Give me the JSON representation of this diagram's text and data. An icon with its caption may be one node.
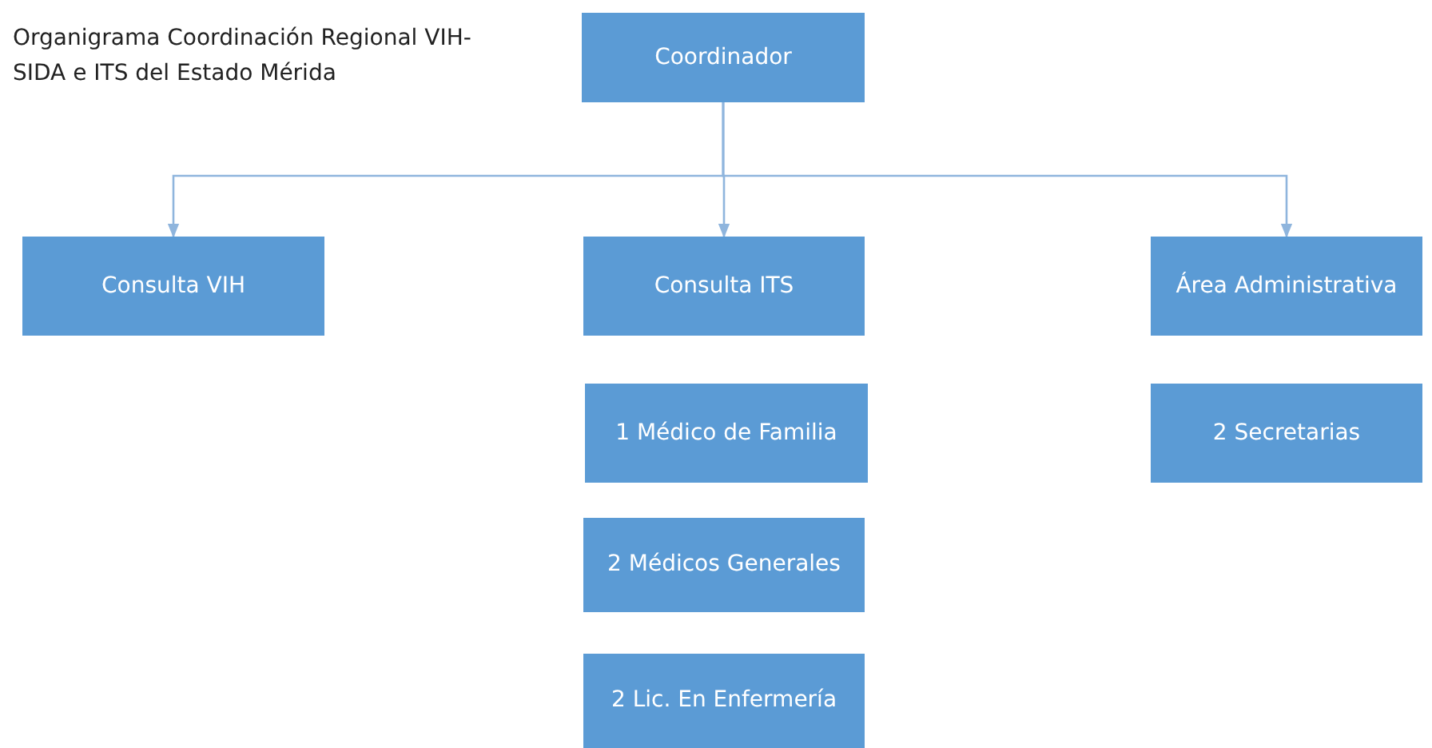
{
  "diagram": {
    "title": "Organigrama Coordinación Regional VIH-SIDA e ITS del Estado Mérida",
    "nodes": [
      {
        "text": [
          "Coordinador"
        ]
      },
      {
        "text": [
          "Consulta VIH"
        ]
      },
      {
        "text": [
          "Consulta ITS"
        ]
      },
      {
        "text": [
          "Área Administrativa"
        ]
      },
      {
        "text": [
          "1 Médico de Familia"
        ]
      },
      {
        "text": [
          "2 Médicos Generales"
        ]
      },
      {
        "text": [
          "2 Lic. En Enfermería"
        ]
      },
      {
        "text": [
          "2 Secretarias"
        ]
      }
    ],
    "edges": [
      {
        "from": 0,
        "to": 1,
        "arrow": "to"
      },
      {
        "from": 0,
        "to": 2,
        "arrow": "to"
      },
      {
        "from": 0,
        "to": 3,
        "arrow": "to"
      }
    ]
  }
}
